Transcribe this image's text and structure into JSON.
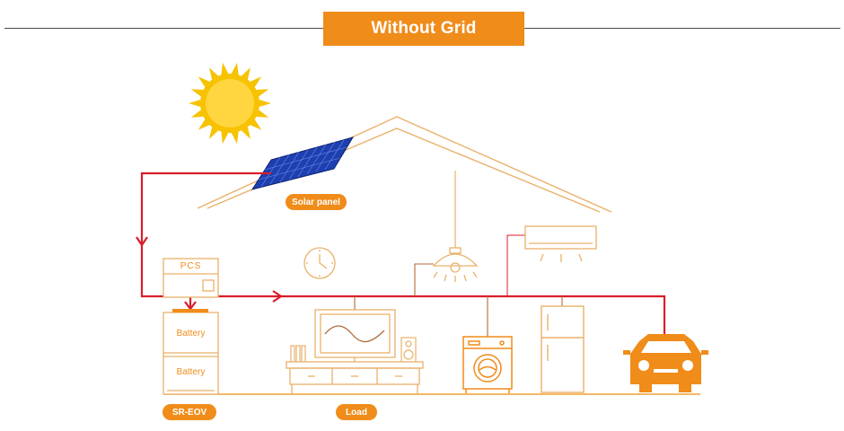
{
  "header": {
    "title": "Without Grid"
  },
  "labels": {
    "solar_panel": "Solar panel",
    "pcs": "PCS",
    "battery_1": "Battery",
    "battery_2": "Battery",
    "system": "SR-EOV",
    "load": "Load"
  },
  "colors": {
    "accent": "#f08c1a",
    "flow_line": "#d81e2a",
    "line": "#eab06a",
    "sun": "#f7c200",
    "solar_panel": "#1d3fb0"
  }
}
